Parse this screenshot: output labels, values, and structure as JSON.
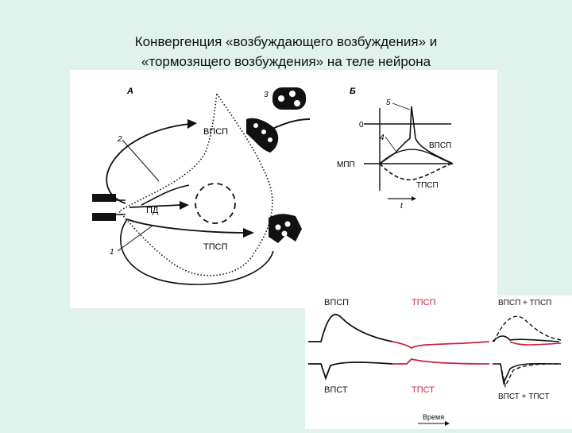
{
  "title": {
    "line1": "Конвергенция «возбуждающего возбуждения» и",
    "line2": "«тормозящего возбуждения» на теле нейрона"
  },
  "panel_a": {
    "letter": "А",
    "labels": {
      "vpsp": "ВПСП",
      "tpsp": "ТПСП",
      "pd": "ПД",
      "n1": "1",
      "n2": "2",
      "n3": "3"
    }
  },
  "panel_b": {
    "letter": "Б",
    "labels": {
      "zero": "0",
      "mpp": "МПП",
      "vpsp": "ВПСП",
      "tpsp": "ТПСП",
      "t": "t",
      "n4": "4",
      "n5": "5"
    }
  },
  "traces": {
    "top_left": "ВПСП",
    "top_mid": "ТПСП",
    "top_right": "ВПСП + ТПСП",
    "bot_left": "ВПСТ",
    "bot_mid": "ТПСТ",
    "bot_right": "ВПСТ + ТПСТ",
    "time_label": "Время"
  },
  "colors": {
    "background": "#dff3ec",
    "ink": "#111111",
    "inhibitory": "#cc2244"
  }
}
